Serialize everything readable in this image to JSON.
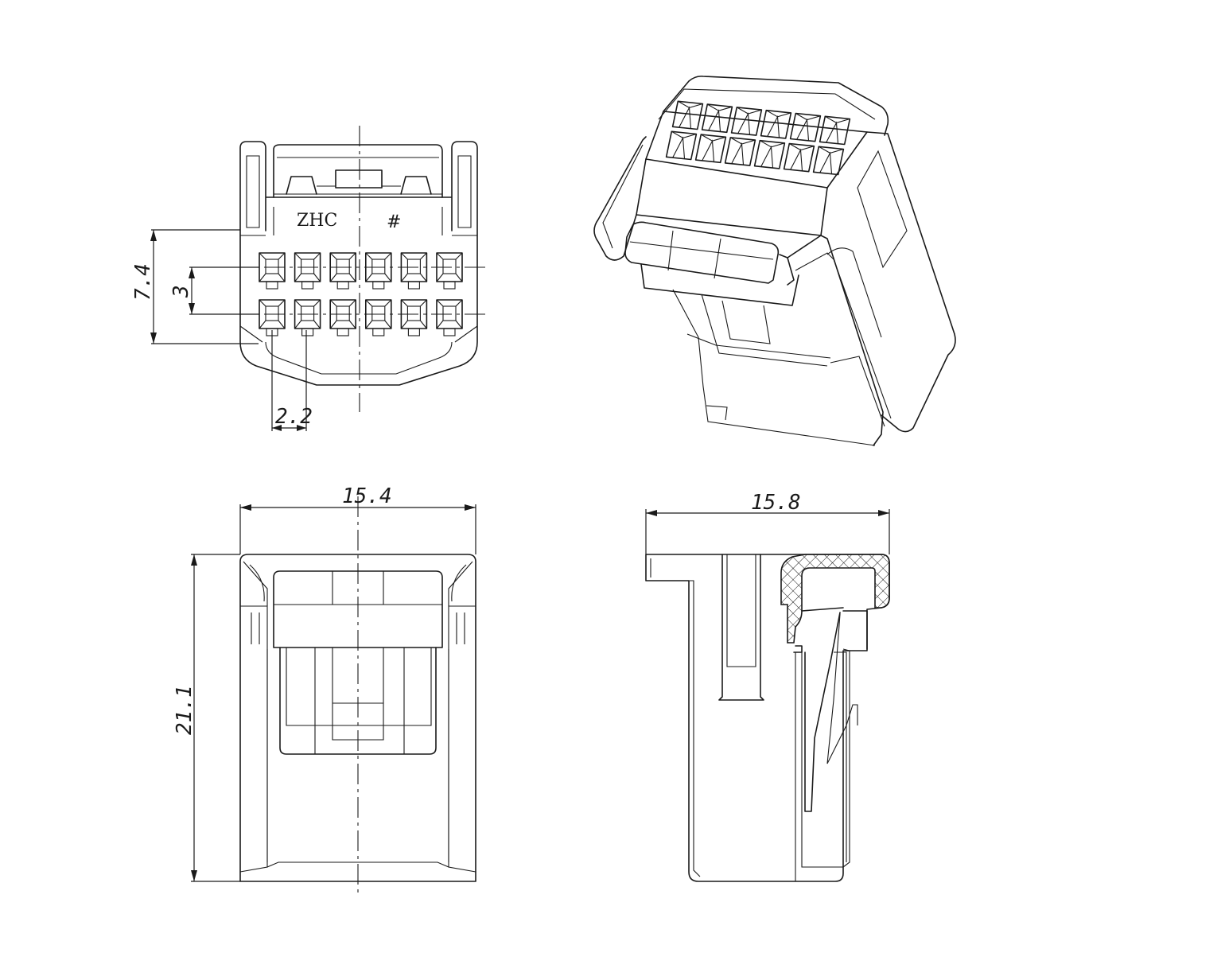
{
  "front_view": {
    "brand_mark": "ZHC",
    "position_mark": "#",
    "dim_height": "7.4",
    "dim_row_pitch": "3",
    "dim_col_pitch": "2.2",
    "rows": 2,
    "cols": 6
  },
  "bottom_view": {
    "dim_width": "15.4",
    "dim_length": "21.1"
  },
  "side_view": {
    "dim_width": "15.8"
  },
  "iso_view": {
    "rows": 2,
    "cols": 6
  }
}
